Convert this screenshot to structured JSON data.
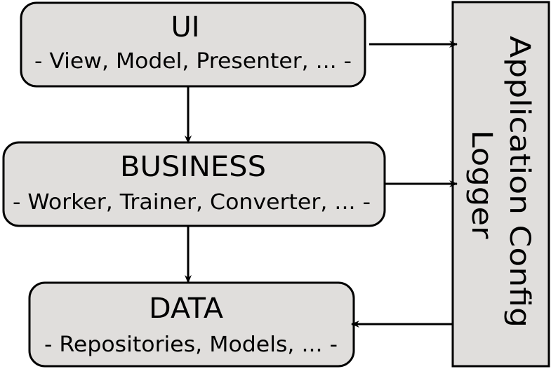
{
  "layers": {
    "ui": {
      "title": "UI",
      "subtitle": "- View, Model, Presenter, ... -"
    },
    "business": {
      "title": "BUSINESS",
      "subtitle": "- Worker, Trainer, Converter, ... -"
    },
    "data": {
      "title": "DATA",
      "subtitle": "- Repositories, Models, ... -"
    }
  },
  "sidebar": {
    "line1": "Application Config",
    "line2": "Logger"
  },
  "colors": {
    "box_fill": "#e0dedc",
    "stroke": "#000000"
  }
}
